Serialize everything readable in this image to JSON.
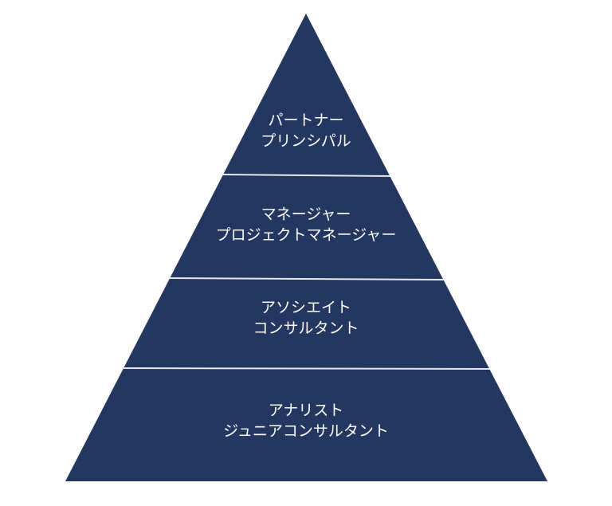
{
  "colors": {
    "fill": "#243760",
    "divider": "#ffffff",
    "text": "#ffffff"
  },
  "tiers": [
    {
      "lines": [
        "パートナー",
        "プリンシパル"
      ]
    },
    {
      "lines": [
        "マネージャー",
        "プロジェクトマネージャー"
      ]
    },
    {
      "lines": [
        "アソシエイト",
        "コンサルタント"
      ]
    },
    {
      "lines": [
        "アナリスト",
        "ジュニアコンサルタント"
      ]
    }
  ]
}
